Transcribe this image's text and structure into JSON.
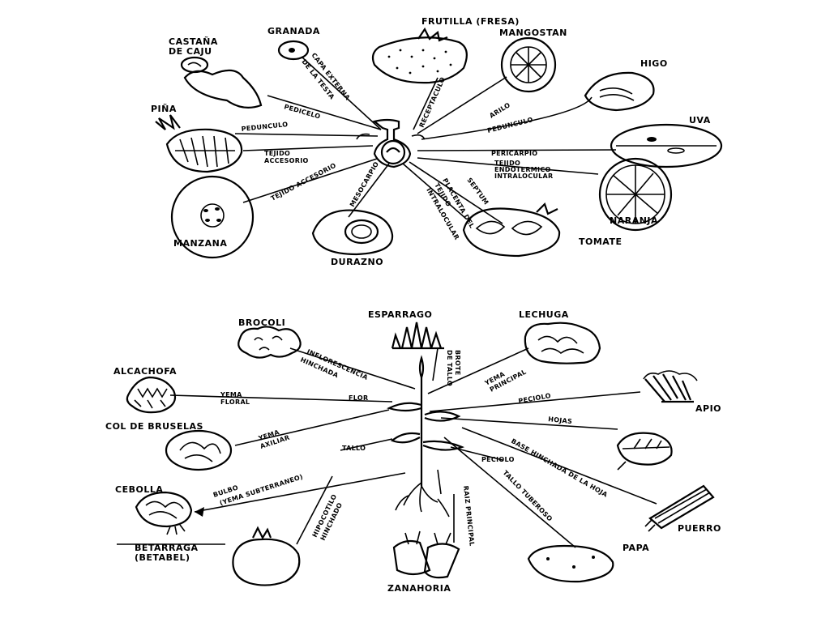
{
  "fruits": {
    "labels": {
      "castana": [
        "CASTAÑA",
        "DE CAJU"
      ],
      "granada": "GRANADA",
      "frutilla": "FRUTILLA (FRESA)",
      "mangostan": "MANGOSTAN",
      "higo": "HIGO",
      "pina": "PIÑA",
      "uva": "UVA",
      "naranja": "NARANJA",
      "manzana": "MANZANA",
      "durazno": "DURAZNO",
      "tomate": "TOMATE"
    },
    "parts": {
      "capa_externa": [
        "CAPA EXTERNA",
        "DE LA TESTA"
      ],
      "receptaculo": "RECEPTACULO",
      "arilo": "ARILO",
      "pedunculo_right": "PEDUNCULO",
      "pedicelo": "PEDICELO",
      "pedunculo_left": "PEDUNCULO",
      "tejido_accesorio": [
        "TEJIDO",
        "ACCESORIO"
      ],
      "pericarpio": "PERICARPIO",
      "tejido_endo": [
        "TEJIDO",
        "ENDOTERMICO",
        "INTRALOCULAR"
      ],
      "tejido_accesorio2": "TEJIDO ACCESORIO",
      "mesocarpio": "MESOCARPIO",
      "placenta": [
        "PLACENTA DEL",
        "TEJIDO",
        "INTRALOCULAR"
      ],
      "septum": "SEPTUM"
    }
  },
  "vegetables": {
    "labels": {
      "brocoli": "BROCOLI",
      "esparrago": "ESPARRAGO",
      "lechuga": "LECHUGA",
      "alcachofa": "ALCACHOFA",
      "col": "COL DE BRUSELAS",
      "apio": "APIO",
      "cebolla": "CEBOLLA",
      "betarraga": [
        "BETARRAGA",
        "(BETABEL)"
      ],
      "zanahoria": "ZANAHORIA",
      "papa": "PAPA",
      "puerro": "PUERRO"
    },
    "parts": {
      "inflorescencia": [
        "INFLORESCENCIA",
        "HINCHADA"
      ],
      "brote": [
        "BROTE",
        "DE TALLO"
      ],
      "yema_principal": [
        "YEMA",
        "PRINCIPAL"
      ],
      "yema_floral": [
        "YEMA",
        "FLORAL"
      ],
      "flor": "FLOR",
      "peciolo_right": "PECIOLO",
      "yema_axilar": [
        "YEMA",
        "AXILIAR"
      ],
      "hojas": "HOJAS",
      "tallo": "TALLO",
      "base_hinchada": "BASE HINCHADA DE LA HOJA",
      "peciolo_low": "PECIOLO",
      "bulbo": [
        "BULBO",
        "(YEMA SUBTERRANEO)"
      ],
      "tallo_tuberoso": "TALLO TUBEROSO",
      "hipocotilo": [
        "HIPOCOTILO",
        "HINCHADO"
      ],
      "raiz": "RAIZ PRINCIPAL"
    }
  }
}
